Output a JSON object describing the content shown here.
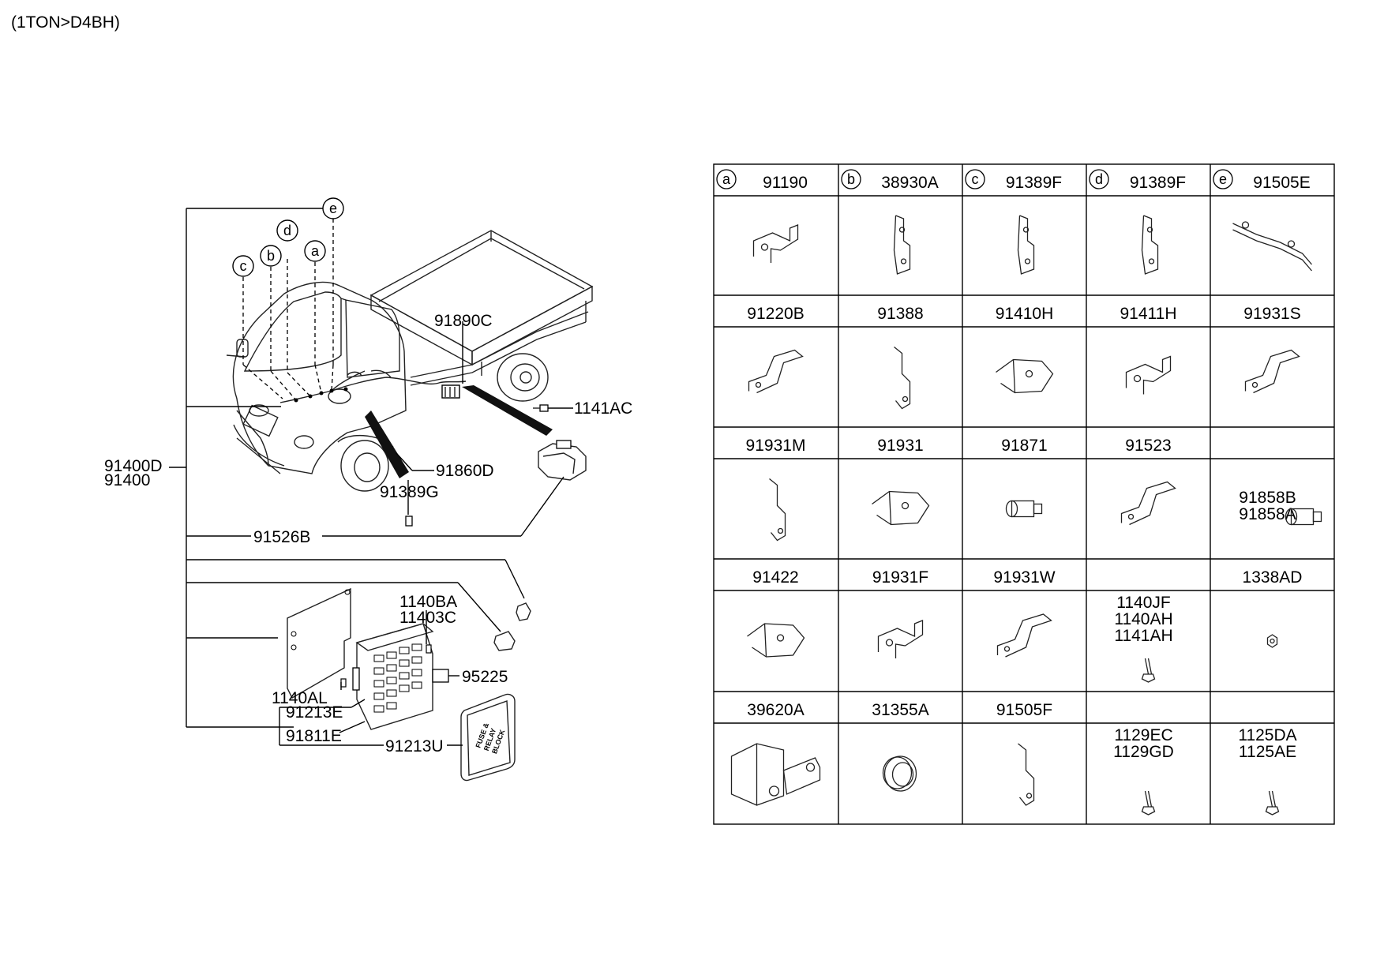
{
  "header": {
    "title": "(1TON>D4BH)"
  },
  "callouts": {
    "a": "a",
    "b": "b",
    "c": "c",
    "d": "d",
    "e": "e"
  },
  "diagram_labels": {
    "p91890C": "91890C",
    "p1141AC": "1141AC",
    "p91860D": "91860D",
    "p91389G": "91389G",
    "p91400D": "91400D",
    "p91400": "91400",
    "p91526B": "91526B",
    "p1140BA": "1140BA",
    "p11403C": "11403C",
    "p95225": "95225",
    "p1140AL": "1140AL",
    "p91213E": "91213E",
    "p91811E": "91811E",
    "p91213U": "91213U"
  },
  "block_text": [
    "FUSE &",
    "RELAY",
    "BLOCK"
  ],
  "parts_table": {
    "rows": [
      [
        {
          "letter": "a",
          "labels": [
            "91190"
          ],
          "icon": "bracket-icon"
        },
        {
          "letter": "b",
          "labels": [
            "38930A"
          ],
          "icon": "clip-icon"
        },
        {
          "letter": "c",
          "labels": [
            "91389F"
          ],
          "icon": "clip-icon"
        },
        {
          "letter": "d",
          "labels": [
            "91389F"
          ],
          "icon": "clip-icon"
        },
        {
          "letter": "e",
          "labels": [
            "91505E"
          ],
          "icon": "harness-icon"
        }
      ],
      [
        {
          "labels": [
            "91220B"
          ],
          "icon": "bracket-icon"
        },
        {
          "labels": [
            "91388"
          ],
          "icon": "bracket-icon"
        },
        {
          "labels": [
            "91410H"
          ],
          "icon": "bracket-icon"
        },
        {
          "labels": [
            "91411H"
          ],
          "icon": "bracket-icon"
        },
        {
          "labels": [
            "91931S"
          ],
          "icon": "bracket-icon"
        }
      ],
      [
        {
          "labels": [
            "91931M"
          ],
          "icon": "bracket-icon"
        },
        {
          "labels": [
            "91931"
          ],
          "icon": "bracket-icon"
        },
        {
          "labels": [
            "91871"
          ],
          "icon": "connector-icon"
        },
        {
          "labels": [
            "91523"
          ],
          "icon": "bracket-icon"
        },
        {
          "labels": [
            "91858B",
            "91858A"
          ],
          "icon": "connector-icon"
        }
      ],
      [
        {
          "labels": [
            "91422"
          ],
          "icon": "bracket-icon"
        },
        {
          "labels": [
            "91931F"
          ],
          "icon": "bracket-icon"
        },
        {
          "labels": [
            "91931W"
          ],
          "icon": "bracket-icon"
        },
        {
          "labels": [
            "1140JF",
            "1140AH",
            "1141AH"
          ],
          "icon": "bolt-icon"
        },
        {
          "labels": [
            "1338AD"
          ],
          "icon": "nut-icon"
        }
      ],
      [
        {
          "labels": [
            "39620A"
          ],
          "icon": "protector-icon"
        },
        {
          "labels": [
            "31355A"
          ],
          "icon": "grommet-icon"
        },
        {
          "labels": [
            "91505F"
          ],
          "icon": "bracket-icon"
        },
        {
          "labels": [
            "1129EC",
            "1129GD"
          ],
          "icon": "bolt-icon"
        },
        {
          "labels": [
            "1125DA",
            "1125AE"
          ],
          "icon": "bolt-icon"
        }
      ]
    ]
  }
}
